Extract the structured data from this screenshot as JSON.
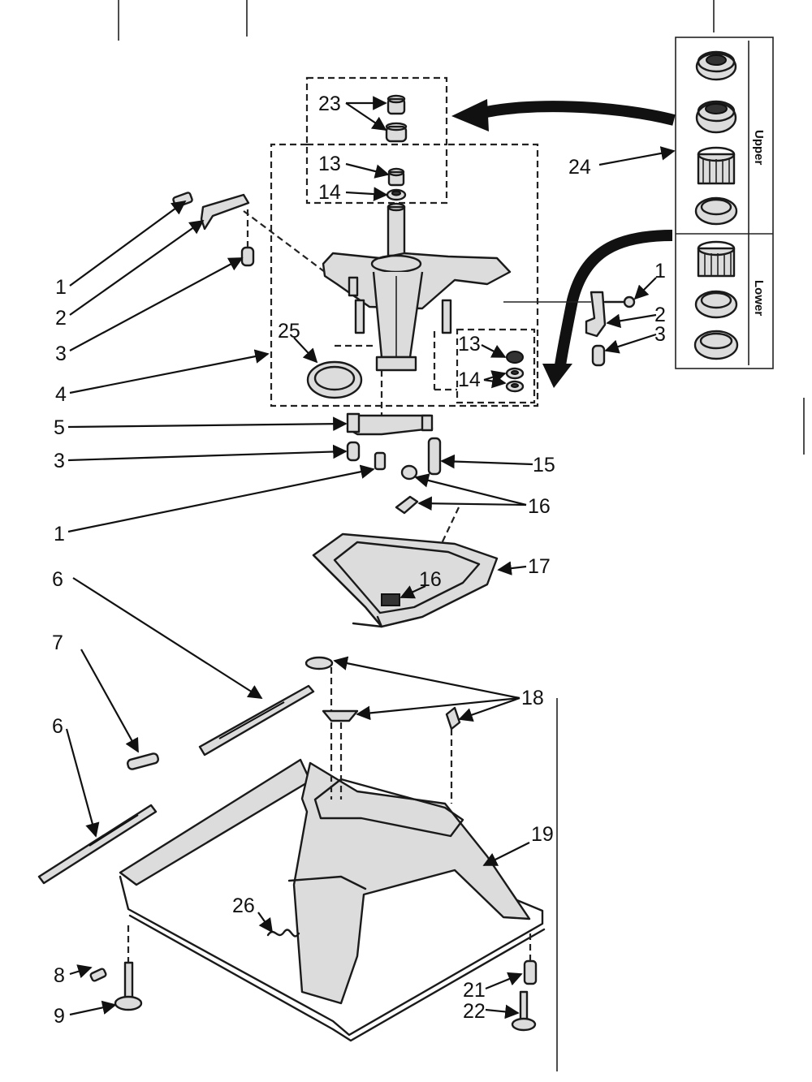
{
  "labels": {
    "l1a": "1",
    "l2a": "2",
    "l3a": "3",
    "l4": "4",
    "l25": "25",
    "l23": "23",
    "l13a": "13",
    "l14a": "14",
    "l24": "24",
    "l1b": "1",
    "l2b": "2",
    "l3b": "3",
    "l13b": "13",
    "l14b": "14",
    "l5": "5",
    "l3c": "3",
    "l15": "15",
    "l1c": "1",
    "l16a": "16",
    "l17": "17",
    "l16b": "16",
    "l6a": "6",
    "l7": "7",
    "l6b": "6",
    "l18": "18",
    "l19": "19",
    "l26": "26",
    "l8": "8",
    "l9": "9",
    "l21": "21",
    "l22": "22"
  },
  "bearing_kit": {
    "upper": "Upper",
    "lower": "Lower"
  }
}
